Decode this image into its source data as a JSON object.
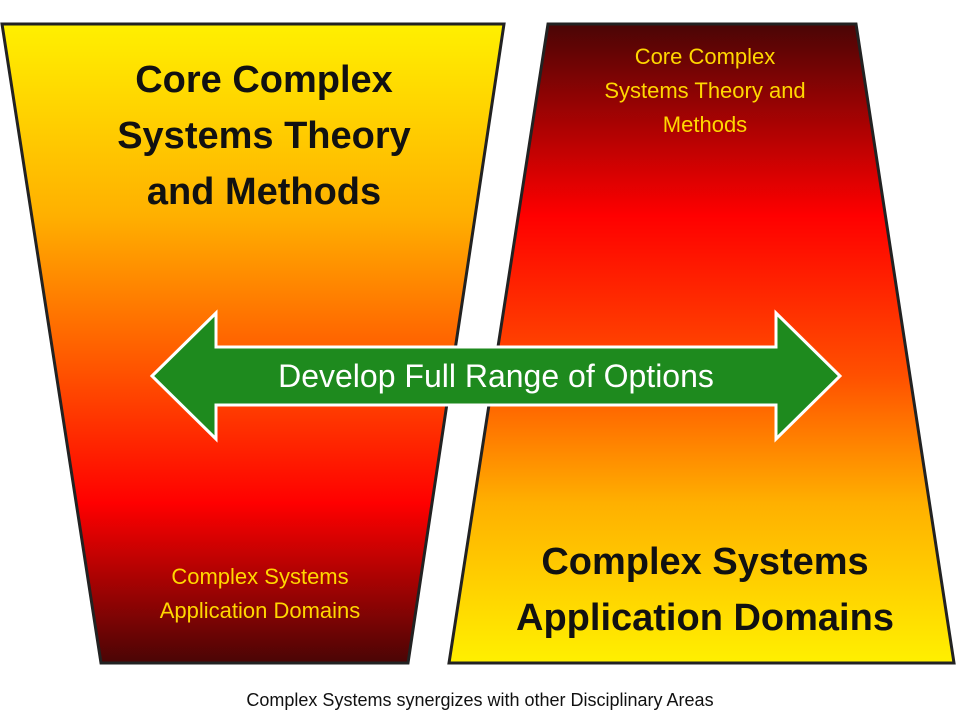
{
  "left_panel": {
    "title_lines": [
      "Core Complex",
      "Systems Theory",
      "and Methods"
    ],
    "footer_lines": [
      "Complex Systems",
      "Application Domains"
    ],
    "footer_color": "#FFD700",
    "gradient": [
      "#FFF000",
      "#FFB000",
      "#FF5000",
      "#FF0000",
      "#4A0505"
    ]
  },
  "right_panel": {
    "header_lines": [
      "Core Complex",
      "Systems Theory and",
      "Methods"
    ],
    "header_color": "#FFD700",
    "title_lines": [
      "Complex Systems",
      "Application Domains"
    ],
    "gradient": [
      "#4A0505",
      "#FF0000",
      "#FF5000",
      "#FFB000",
      "#FFF000"
    ]
  },
  "arrow": {
    "label": "Develop Full Range of Options",
    "color": "#1E8A1E"
  },
  "caption": "Complex Systems synergizes with other Disciplinary Areas"
}
